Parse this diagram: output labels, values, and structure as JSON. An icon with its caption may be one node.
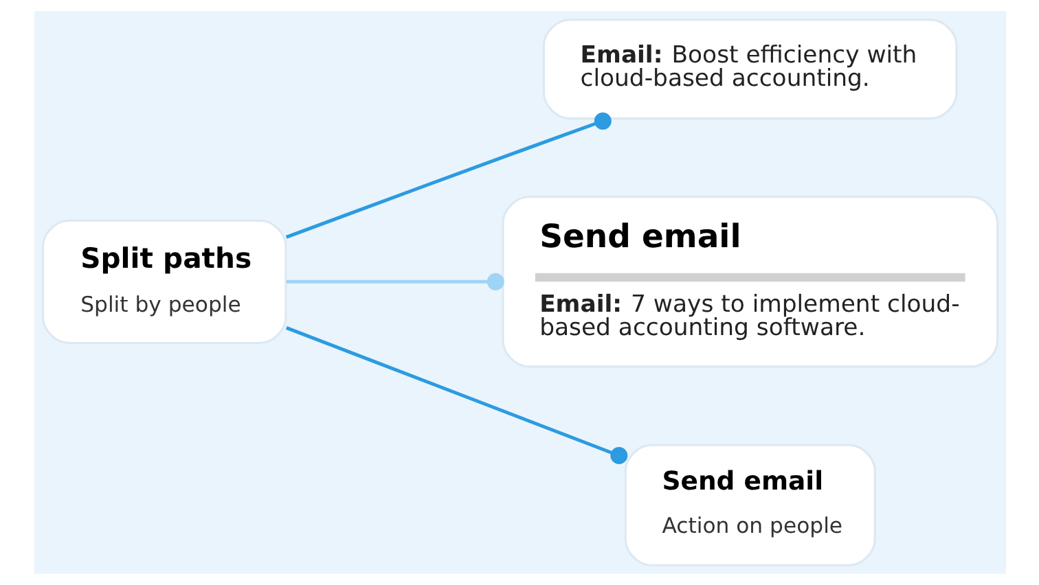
{
  "diagram": {
    "nodes": [
      {
        "text": [
          "Split paths",
          "Split by people"
        ]
      },
      {
        "text": [
          "**Email:** Boost efficiency with cloud-based accounting."
        ]
      },
      {
        "text": [
          "Send email",
          "**Email:** 7 ways to implement cloud-based accounting software."
        ]
      },
      {
        "text": [
          "Send email",
          "Action on people"
        ]
      }
    ],
    "edges": [
      {
        "from": 0,
        "to": 1,
        "arrow": "other"
      },
      {
        "from": 0,
        "to": 2,
        "arrow": "other",
        "color": "#9fd4f5"
      },
      {
        "from": 0,
        "to": 3,
        "arrow": "other"
      }
    ]
  }
}
